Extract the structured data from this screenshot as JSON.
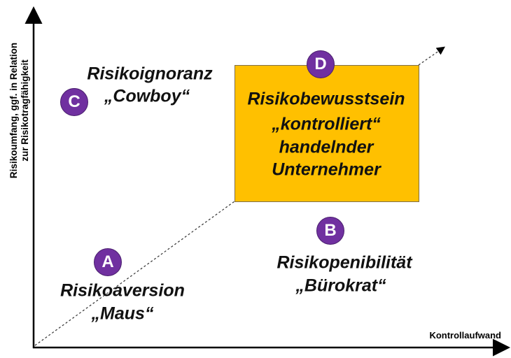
{
  "axes": {
    "y_label_line1": "Risikoumfang, ggf. in Relation",
    "y_label_line2": "zur Risikotragfähigkeit",
    "x_label": "Kontrollaufwand"
  },
  "quadrants": {
    "A": {
      "letter": "A",
      "title": "Risikoaversion",
      "nickname": "„Maus“"
    },
    "B": {
      "letter": "B",
      "title": "Risikopenibilität",
      "nickname": "„Bürokrat“"
    },
    "C": {
      "letter": "C",
      "title": "Risikoignoranz",
      "nickname": "„Cowboy“"
    },
    "D": {
      "letter": "D",
      "lines": [
        "Risikobewusstsein",
        "„kontrolliert“",
        "handelnder",
        "Unternehmer"
      ]
    }
  },
  "colors": {
    "box": "#FFC000",
    "badge": "#7030A0"
  }
}
